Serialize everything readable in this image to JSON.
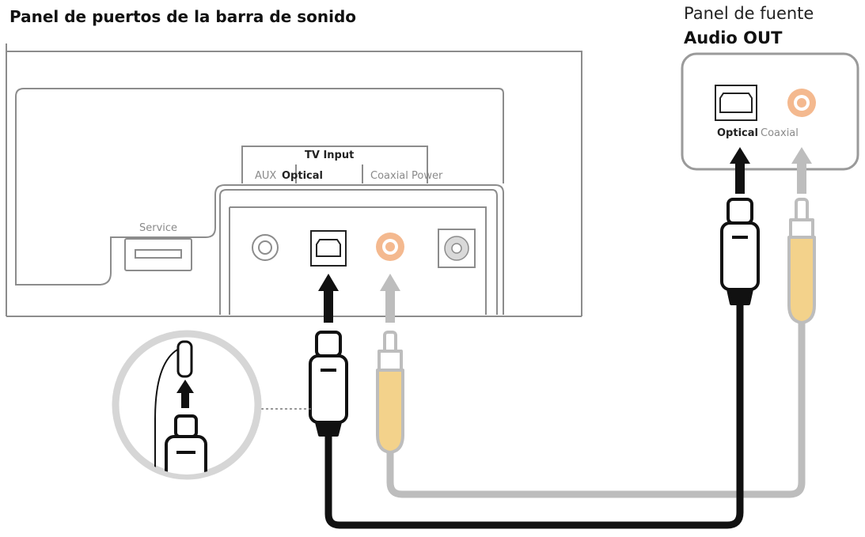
{
  "diagram": {
    "title": "Panel de puertos de la barra de sonido",
    "source_panel": {
      "title": "Panel de fuente",
      "subtitle": "Audio OUT",
      "optical_label": "Optical",
      "coaxial_label": "Coaxial"
    },
    "soundbar": {
      "group_label": "TV Input",
      "aux_label": "AUX",
      "optical_label": "Optical",
      "coaxial_label": "Coaxial",
      "power_label": "Power",
      "service_label": "Service"
    },
    "colors": {
      "outline": "#8c8c8c",
      "optical_cable": "#111111",
      "coaxial_cable": "#bdbdbd",
      "coaxial_plug": "#f3d28b",
      "coaxial_port": "#f4b98f"
    }
  }
}
